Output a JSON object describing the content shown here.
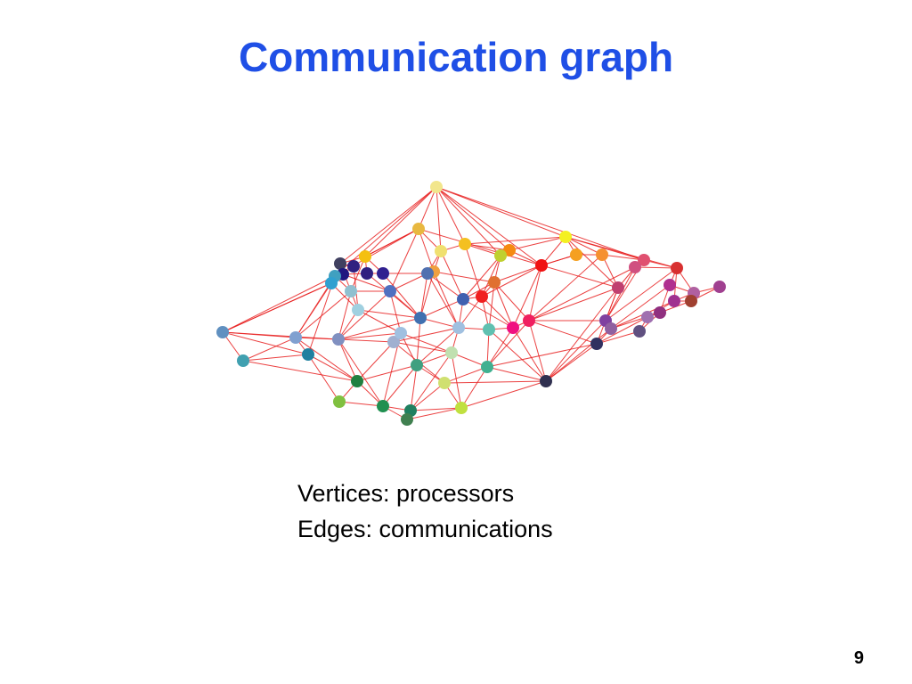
{
  "slide": {
    "title": "Communication graph",
    "caption_lines": [
      "Vertices: processors",
      "Edges: communications"
    ],
    "page_number": "9"
  },
  "colors": {
    "title": "#1f4fe6",
    "edge": "#e82020",
    "text": "#000000",
    "background": "#ffffff"
  }
}
